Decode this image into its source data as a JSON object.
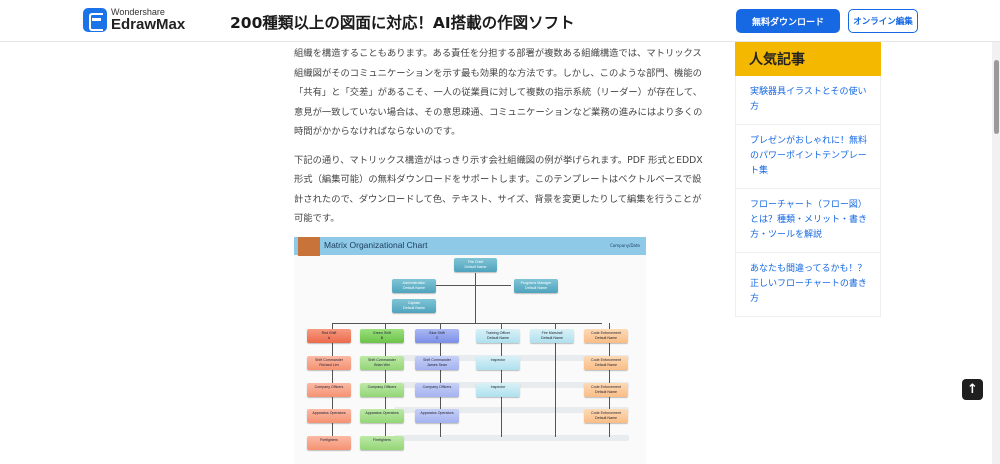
{
  "header": {
    "logo_sub": "Wondershare",
    "logo_main": "EdrawMax",
    "headline": "200種類以上の図面に対応！AI搭載の作図ソフト",
    "download_button": "無料ダウンロード",
    "online_button": "オンライン編集"
  },
  "article": {
    "para1": "組織を構造することもあります。ある責任を分担する部署が複数ある組織構造では、マトリックス組織図がそのコミュニケーションを示す最も効果的な方法です。しかし、このような部門、機能の「共有」と「交差」があるこそ、一人の従業員に対して複数の指示系統（リーダー）が存在して、意見が一致していない場合は、その意思疎通、コミュニケーションなど業務の進みにはより多くの時間がかからなければならないのです。",
    "para2": "下記の通り、マトリックス構造がはっきり示す会社組織図の例が挙げられます。PDF 形式とEDDX形式（編集可能）の無料ダウンロードをサポートします。このテンプレートはベクトルベースで設計されたので、ダウンロードして色、テキスト、サイズ、背景を変更したりして編集を行うことが可能です。"
  },
  "figure": {
    "title": "Matrix Organizational Chart",
    "date_label": "Company/Date",
    "top_node": [
      "Fire Chief",
      "Default Name"
    ],
    "admin_node": [
      "Administration",
      "Default Name"
    ],
    "programs_node": [
      "Programs Manager",
      "Default Name"
    ],
    "captain_node": [
      "Captain",
      "Default Name"
    ],
    "columns": [
      {
        "head": [
          "Red Shift",
          "A"
        ],
        "color": "red",
        "items": [
          [
            "Shift Commander",
            "Richard Lim"
          ],
          [
            "Company Officers"
          ],
          [
            "Apparatus Operators"
          ],
          [
            "Firefighters"
          ]
        ],
        "sub": "lred"
      },
      {
        "head": [
          "Green Shift",
          "B"
        ],
        "color": "green",
        "items": [
          [
            "Shift Commander",
            "Brian Wei"
          ],
          [
            "Company Officers"
          ],
          [
            "Apparatus Operators"
          ],
          [
            "Firefighters"
          ]
        ],
        "sub": "lgreen"
      },
      {
        "head": [
          "Blue Shift",
          "C"
        ],
        "color": "blue",
        "items": [
          [
            "Shift Commander",
            "James Sean"
          ],
          [
            "Company Officers"
          ],
          [
            "Apparatus Operators"
          ]
        ],
        "sub": "lblue"
      },
      {
        "head": [
          "Training Officer",
          "Default Name"
        ],
        "color": "cyan",
        "items": [
          [
            "Inspector"
          ],
          [
            "Inspector"
          ]
        ],
        "sub": "cyan"
      },
      {
        "head": [
          "Fire Marshall",
          "Default Name"
        ],
        "color": "cyan",
        "items": [],
        "sub": "cyan"
      },
      {
        "head": [
          "Code Enforcement",
          "Default Name"
        ],
        "color": "peach",
        "items": [
          [
            "Code Enforcement",
            "Default Name"
          ],
          [
            "Code Enforcement",
            "Default Name"
          ],
          [
            "Code Enforcement",
            "Default Name"
          ]
        ],
        "sub": "peach"
      }
    ]
  },
  "sidebar": {
    "heading": "人気記事",
    "items": [
      "実験器具イラストとその使い方",
      "プレゼンがおしゃれに！無料のパワーポイントテンプレート集",
      "フローチャート（フロー図）とは？種類・メリット・書き方・ツールを解説",
      "あなたも間違ってるかも！？正しいフローチャートの書き方"
    ]
  },
  "scroll_top_icon": "arrow-up-icon",
  "colors": {
    "brand_blue": "#1668e3",
    "popular_yellow": "#f5b800"
  }
}
